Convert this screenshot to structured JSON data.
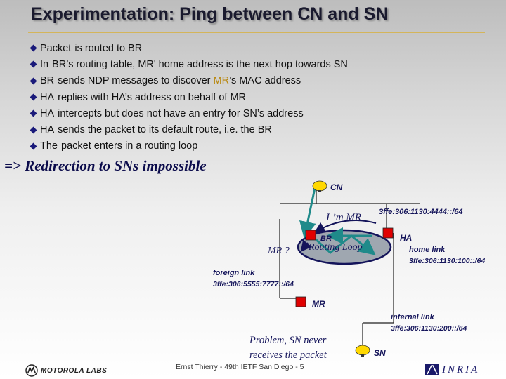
{
  "title": "Experimentation: Ping between CN and SN",
  "bullets": [
    {
      "word": "Packet",
      "rest": "is routed to BR"
    },
    {
      "word": "In",
      "rest": "BR’s routing table, MR' home address is the next hop towards SN"
    },
    {
      "word": "BR",
      "rest_before": "sends NDP messages to discover ",
      "highlight": "MR",
      "rest_after": "’s MAC address"
    },
    {
      "word": "HA",
      "rest": "replies with HA’s address on behalf of MR"
    },
    {
      "word": "HA",
      "rest": "intercepts but does not have an entry for SN’s address"
    },
    {
      "word": "HA",
      "rest": "sends the packet to its default route, i.e. the BR"
    },
    {
      "word": "The",
      "rest": "packet enters in a routing loop"
    }
  ],
  "redirection": "=> Redirection to SNs impossible",
  "diagram": {
    "nodes": {
      "cn": "CN",
      "br": "BR",
      "ha": "HA",
      "mr": "MR",
      "sn": "SN"
    },
    "ha_home_link": "home link",
    "ha_home_prefix": "3ffe:306:1130:100::/64",
    "cn_prefix": "3ffe:306:1130:4444::/64",
    "foreign_link": "foreign link",
    "foreign_prefix": "3ffe:306:5555:7777::/64",
    "internal_link": "internal link",
    "internal_prefix": "3ffe:306:1130:200::/64",
    "im_mr": "I ’m MR",
    "mr_question": "MR ?",
    "routing_loop": "Routing Loop",
    "problem_line1": "Problem, SN never",
    "problem_line2": "receives the packet"
  },
  "footer": "Ernst Thierry - 49th IETF San Diego - 5",
  "logos": {
    "motorola": "MOTOROLA LABS",
    "inria": "INRIA"
  },
  "colors": {
    "yellow_node": "#ffd800",
    "red_node": "#e00000",
    "arrow": "#1f8a8a",
    "label_navy": "#14145a",
    "loop_fill": "#9fa7b0"
  }
}
